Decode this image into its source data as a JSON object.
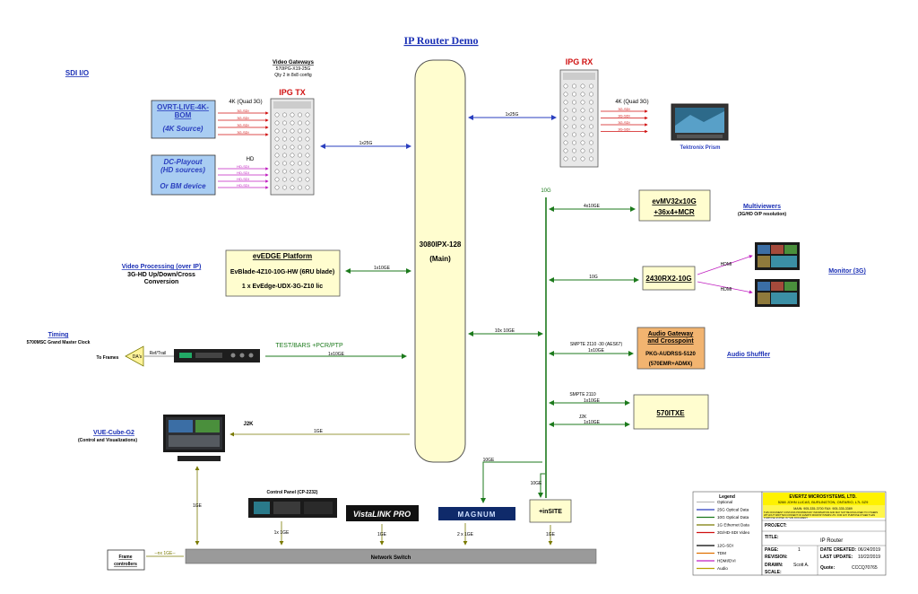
{
  "title": "IP Router Demo",
  "sdi_io": "SDI I/O",
  "video_gateways": {
    "title": "Video Gateways",
    "model": "570IPG-X19-25G",
    "qty": "Qty 2 in 8x8 config"
  },
  "ipg_tx": "IPG TX",
  "ipg_rx": "IPG RX",
  "source_4k": {
    "lines": [
      "OVRT-LIVE-4K-",
      "BOM",
      "(4K Source)"
    ],
    "label": "4K (Quad 3G)",
    "signal": "3G-SDI"
  },
  "source_hd": {
    "lines": [
      "DC-Playout",
      "(HD sources)",
      "Or BM device"
    ],
    "label": "HD",
    "signal": "HD-SDI"
  },
  "rx_label": "4K (Quad 3G)",
  "rx_signal": "3G-SDI",
  "tektronix": "Tektronix Prism",
  "router": {
    "name": "3080IPX-128",
    "sub": "(Main)"
  },
  "link_tx": "1x25G",
  "link_rx": "1x25G",
  "tenG": "10G",
  "evedge": {
    "title": "evEDGE Platform",
    "line1": "EvBlade-4Z10-10G-HW (6RU blade)",
    "line2": "1 x EvEdge-UDX-3G-Z10 lic",
    "link": "1x10GE"
  },
  "video_processing": {
    "title": "Video Processing (over IP)",
    "line1": "3G-HD Up/Down/Cross",
    "line2": "Conversion"
  },
  "timing": {
    "title": "Timing",
    "sub": "5700MSC Grand Master Clock",
    "to_frames": "To Frames",
    "das": "DA's",
    "ref": "Ref/Trail",
    "signals": "TEST/BARS +PCR/PTP",
    "link": "1x10GE"
  },
  "vue": {
    "title": "VUE-Cube-G2",
    "sub": "(Control and Visualizations)",
    "j2k": "J2K",
    "link": "1GE"
  },
  "multiviewer": {
    "box": [
      "evMV32x10G",
      "+36x4+MCR"
    ],
    "title": "Multiviewers",
    "sub": "(3G/HD O/P resolution)",
    "link": "4x10GE"
  },
  "rx2430": {
    "name": "2430RX2-10G",
    "link": "10G",
    "hdmi1": "HDMI",
    "hdmi2": "HDMI"
  },
  "monitor": "Monitor (3G)",
  "bus_link": "10x 10GE",
  "audio": {
    "box": [
      "Audio Gateway",
      "and Crosspoint",
      "PKG-AUDRSS-5120",
      "(570EMR+ADMX)"
    ],
    "label": "SMPTE 2110 -30 (AES67)",
    "link": "1x10GE",
    "title": "Audio Shuffler"
  },
  "itxe": {
    "name": "570ITXE",
    "label1": "SMPTE 2110",
    "link1": "1x10GE",
    "label2": "J2K",
    "link2": "1x10GE"
  },
  "control_panel": "Control Panel (CP-2232)",
  "vistalink": "VistaLINK PRO",
  "magnum": "MAGNUM",
  "insite": "+inSITE",
  "links": {
    "vue_down": "1GE",
    "panel": "1x 1GE",
    "vistalink": "1GE",
    "magnum": "2 x 1GE",
    "insite": "1GE",
    "magnum_up": "10GE",
    "insite_up": "10GE"
  },
  "network_switch": "Network Switch",
  "frame_controllers": {
    "lines": [
      "Frame",
      "controllers"
    ],
    "link": "--nx 1GE--"
  },
  "legend": {
    "title": "Legend",
    "items": [
      {
        "label": "Optional",
        "color": "#bbbbbb"
      },
      {
        "label": "25G Optical Data",
        "color": "#2a3fbf"
      },
      {
        "label": "10G Optical Data",
        "color": "#1c7a1c"
      },
      {
        "label": "1G Ethernet Data",
        "color": "#7a7a00"
      },
      {
        "label": "3G/HD-SDI Video",
        "color": "#d01010"
      },
      {
        "label": "12G-SDI",
        "color": "#000000"
      },
      {
        "label": "TDM",
        "color": "#e07000"
      },
      {
        "label": "HDMI/DVI",
        "color": "#c020c0"
      },
      {
        "label": "Audio",
        "color": "#b8a000"
      }
    ]
  },
  "title_block": {
    "company": "EVERTZ MICROSYSTEMS, LTD.",
    "address": "5288 JOHN LUCAS, BURLINGTON, ONTARIO, L7L 5Z9",
    "phone": "MAIN: 905-335-3700    FAX: 905-335-3389",
    "notice1": "THIS DOCUMENT CONTAINS PROPRIETARY INFORMATION AND MAY NOT BE DISCLOSED TO OTHERS",
    "notice2": "WITHOUT WRITTEN CONSENT OF EVERTZ MICROSYSTEMS LTD. FOR ANY PURPOSE OTHER THAN",
    "notice3": "PURPOSE STATED IN THIS DOCUMENT.",
    "project_label": "PROJECT:",
    "title_label": "TITLE:",
    "title_value": "IP Router",
    "page_label": "PAGE:",
    "page_value": "1",
    "revision_label": "REVISION:",
    "drawn_label": "DRAWN:",
    "drawn_value": "Scott A.",
    "scale_label": "SCALE:",
    "created_label": "DATE CREATED:",
    "created_value": "06/24/2019",
    "update_label": "LAST UPDATE:",
    "update_value": "10/22/2019",
    "quote_label": "Quote:",
    "quote_value": "CCCQ70765"
  }
}
